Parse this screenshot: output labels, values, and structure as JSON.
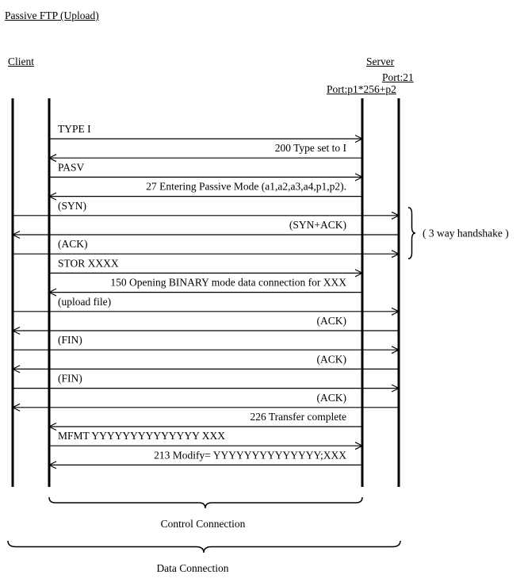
{
  "title": "Passive FTP (Upload)",
  "participants": {
    "client": "Client",
    "server": "Server"
  },
  "ports": {
    "control": "Port:21",
    "data": "Port:p1*256+p2"
  },
  "messages": [
    {
      "label": "TYPE I",
      "to_server": true,
      "data_connection": false
    },
    {
      "label": "200 Type set to I",
      "to_server": false,
      "data_connection": false
    },
    {
      "label": "PASV",
      "to_server": true,
      "data_connection": false
    },
    {
      "label": "27 Entering Passive Mode (a1,a2,a3,a4,p1,p2).",
      "to_server": false,
      "data_connection": false
    },
    {
      "label": "(SYN)",
      "to_server": true,
      "data_connection": true
    },
    {
      "label": "(SYN+ACK)",
      "to_server": false,
      "data_connection": true
    },
    {
      "label": "(ACK)",
      "to_server": true,
      "data_connection": true
    },
    {
      "label": "STOR XXXX",
      "to_server": true,
      "data_connection": false
    },
    {
      "label": "150 Opening BINARY mode data connection for XXX",
      "to_server": false,
      "data_connection": false
    },
    {
      "label": "(upload file)",
      "to_server": true,
      "data_connection": true
    },
    {
      "label": "(ACK)",
      "to_server": false,
      "data_connection": true
    },
    {
      "label": "(FIN)",
      "to_server": true,
      "data_connection": true
    },
    {
      "label": "(ACK)",
      "to_server": false,
      "data_connection": true
    },
    {
      "label": "(FIN)",
      "to_server": true,
      "data_connection": true
    },
    {
      "label": "(ACK)",
      "to_server": false,
      "data_connection": true
    },
    {
      "label": "226 Transfer complete",
      "to_server": false,
      "data_connection": false
    },
    {
      "label": "MFMT YYYYYYYYYYYYYY XXX",
      "to_server": true,
      "data_connection": false
    },
    {
      "label": "213 Modify= YYYYYYYYYYYYYY;XXX",
      "to_server": false,
      "data_connection": false
    }
  ],
  "handshake": {
    "label": "( 3 way handshake )",
    "first_message": 4,
    "last_message": 6
  },
  "braces": {
    "control": "Control Connection",
    "data": "Data Connection"
  },
  "colors": {
    "ink": "#000000",
    "background": "#ffffff"
  }
}
